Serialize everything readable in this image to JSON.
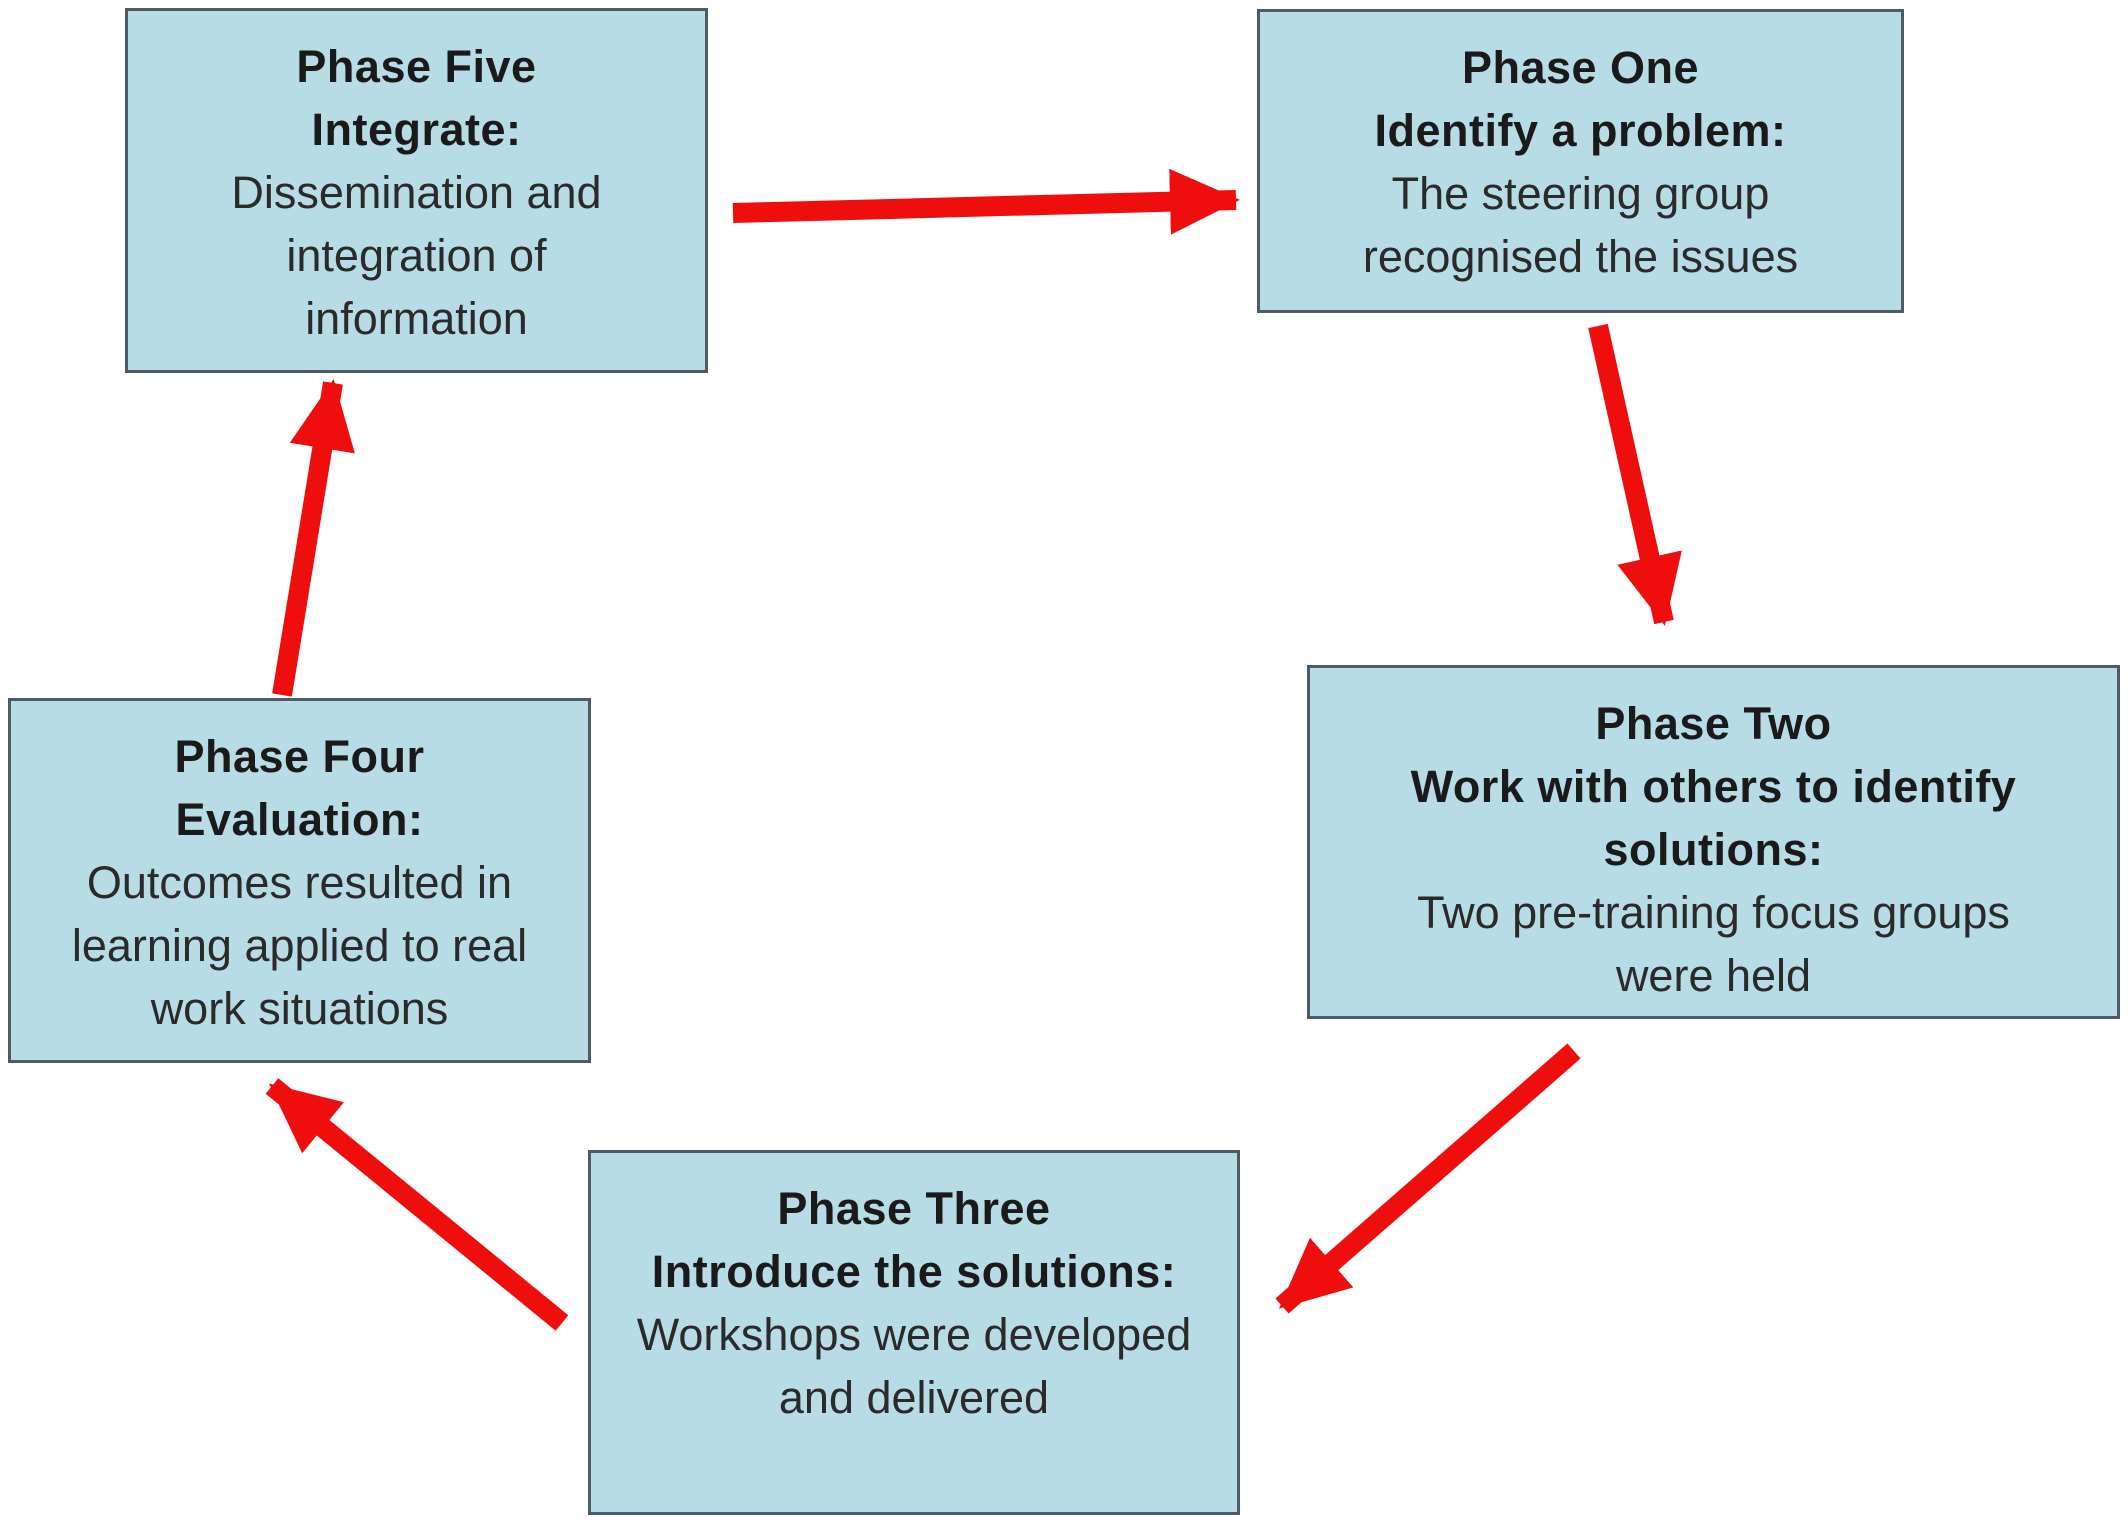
{
  "phases": {
    "one": {
      "title": "Phase One",
      "heading": "Identify a problem:",
      "description": "The steering group recognised the issues"
    },
    "two": {
      "title": "Phase Two",
      "heading": "Work with others to identify solutions:",
      "description": "Two pre-training focus groups were held"
    },
    "three": {
      "title": "Phase Three",
      "heading": "Introduce the solutions:",
      "description": "Workshops were developed and delivered"
    },
    "four": {
      "title": "Phase Four",
      "heading": "Evaluation:",
      "description": "Outcomes resulted in learning applied to real work situations"
    },
    "five": {
      "title": "Phase Five",
      "heading": "Integrate:",
      "description": "Dissemination and integration of information"
    }
  },
  "colors": {
    "box_fill": "#b8dce6",
    "box_border": "#4f5b64",
    "arrow": "#ee0e0e"
  },
  "flow": [
    "five",
    "one",
    "two",
    "three",
    "four",
    "five"
  ]
}
